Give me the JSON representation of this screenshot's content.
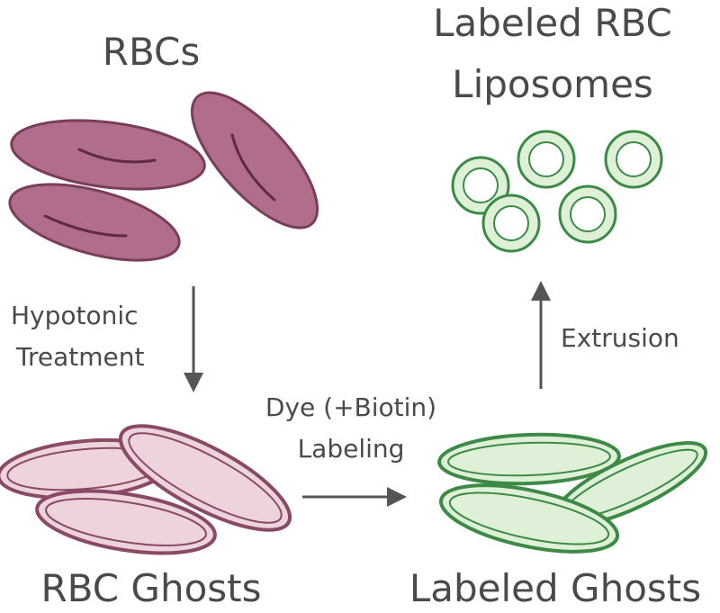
{
  "stages": {
    "rbcs": "RBCs",
    "ghosts": "RBC Ghosts",
    "labeled_ghosts": "Labeled Ghosts",
    "liposomes_line1": "Labeled RBC",
    "liposomes_line2": "Liposomes"
  },
  "steps": {
    "hypotonic_line1": "Hypotonic",
    "hypotonic_line2": "Treatment",
    "dye_line1": "Dye (+Biotin)",
    "dye_line2": "Labeling",
    "extrusion": "Extrusion"
  },
  "colors": {
    "rbc_fill": "#b06e8c",
    "rbc_stroke": "#7a3d5a",
    "ghost_fill": "#ecd3dc",
    "ghost_stroke": "#8a4a66",
    "green_fill": "#dff0d8",
    "green_stroke": "#3c8a45",
    "arrow": "#555555"
  }
}
